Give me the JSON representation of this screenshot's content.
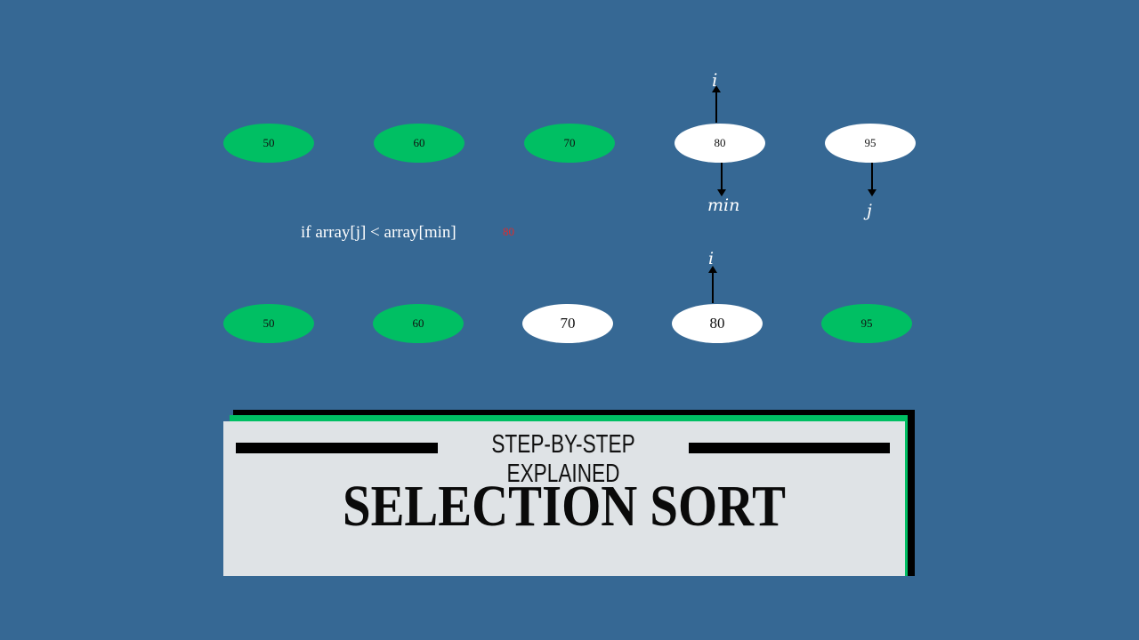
{
  "row1": {
    "values": [
      "50",
      "60",
      "70",
      "80",
      "95"
    ],
    "colors": [
      "green",
      "green",
      "green",
      "white",
      "white"
    ],
    "pointer_i": "i",
    "pointer_min": "min",
    "pointer_j": "j"
  },
  "condition": "if array[j] < array[min]",
  "condition_value": "80",
  "row2": {
    "values": [
      "50",
      "60",
      "70",
      "80",
      "95"
    ],
    "colors": [
      "green",
      "green",
      "white",
      "white",
      "green"
    ],
    "pointer_i": "i"
  },
  "card": {
    "subtitle": "STEP-BY-STEP EXPLAINED",
    "title": "SELECTION SORT"
  },
  "colors": {
    "background": "#366894",
    "sorted": "#00BF63",
    "unsorted": "#ffffff",
    "card": "#dfe3e6",
    "highlight": "#e02a2a"
  }
}
